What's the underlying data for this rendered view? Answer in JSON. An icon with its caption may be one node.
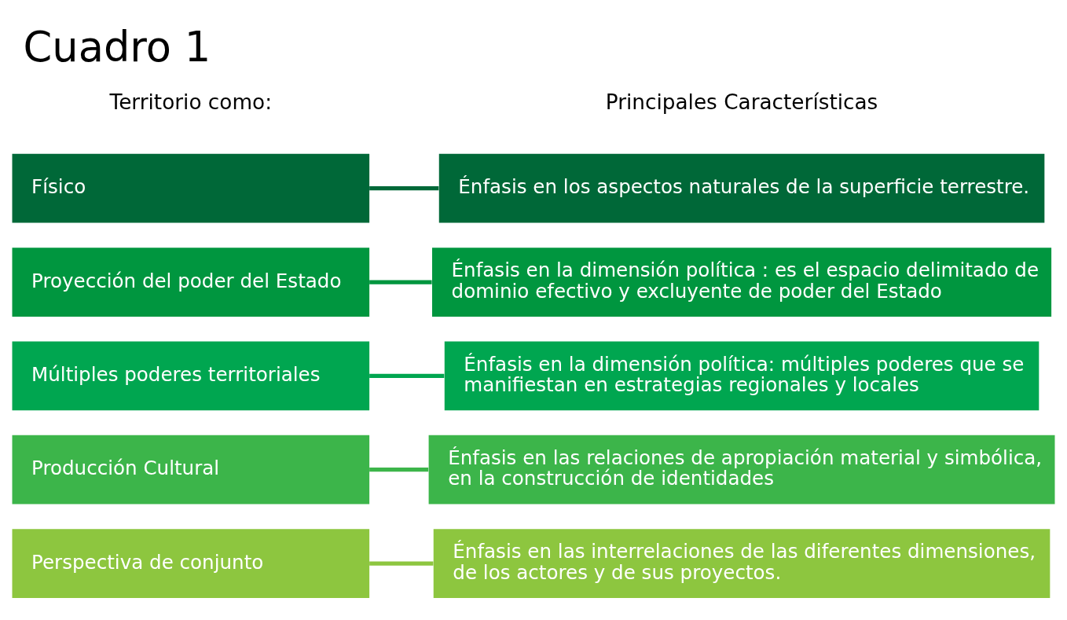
{
  "diagram": {
    "title": "Cuadro 1",
    "nodes": [
      {
        "text": [
          "Físico"
        ]
      },
      {
        "text": [
          "Proyección del poder del Estado"
        ]
      },
      {
        "text": [
          "Múltiples poderes territoriales"
        ]
      },
      {
        "text": [
          "Producción Cultural"
        ]
      },
      {
        "text": [
          "Perspectiva de conjunto"
        ]
      },
      {
        "text": [
          "Énfasis en los aspectos naturales de la superficie terrestre."
        ]
      },
      {
        "text": [
          "Énfasis en la dimensión política : es el espacio delimitado de dominio efectivo y excluyente de poder del Estado"
        ]
      },
      {
        "text": [
          "Énfasis en la dimensión política: múltiples poderes que se manifiestan en estrategias regionales y locales"
        ]
      },
      {
        "text": [
          "Énfasis en las relaciones de apropiación material y simbólica, en la construcción de identidades"
        ]
      },
      {
        "text": [
          "Énfasis en las interrelaciones de las diferentes dimensiones, de los actores y de sus proyectos."
        ]
      }
    ],
    "edges": [
      {
        "from": 0,
        "to": 5,
        "arrow": "none",
        "color": "#006838"
      },
      {
        "from": 1,
        "to": 6,
        "arrow": "none",
        "color": "#00963f"
      },
      {
        "from": 2,
        "to": 7,
        "arrow": "none",
        "color": "#00a650"
      },
      {
        "from": 3,
        "to": 8,
        "arrow": "none",
        "color": "#3cb54a"
      },
      {
        "from": 4,
        "to": 9,
        "arrow": "none",
        "color": "#8dc63f"
      }
    ],
    "labels": [
      "Principales Características",
      "Territorio como:"
    ]
  }
}
